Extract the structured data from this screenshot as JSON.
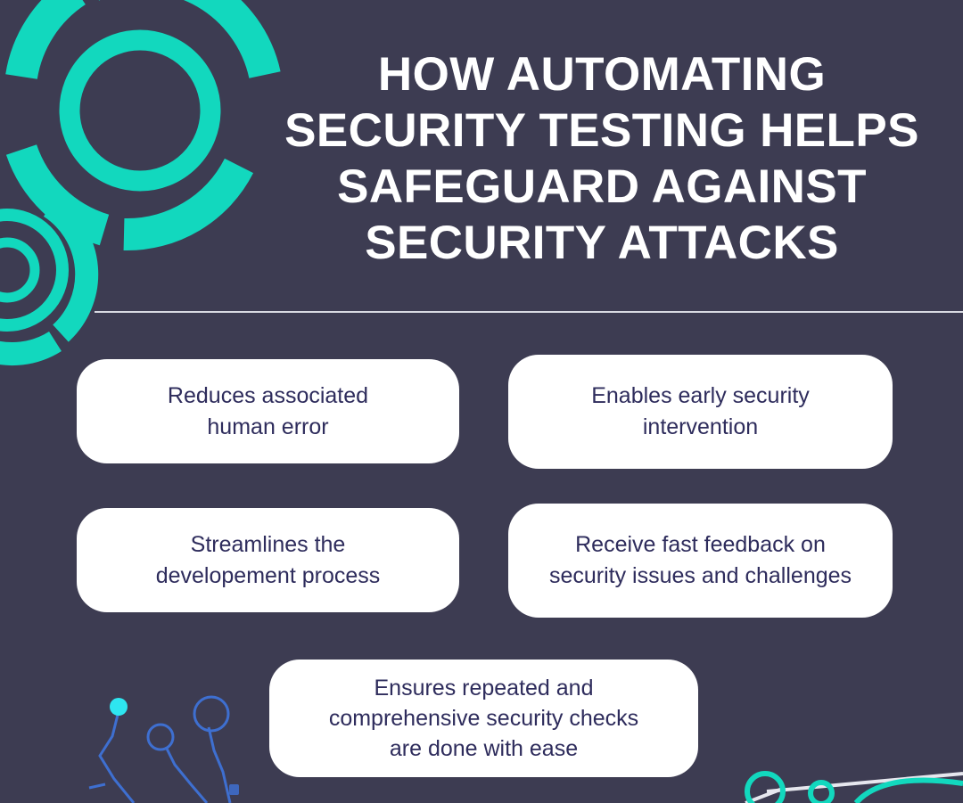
{
  "poster": {
    "title_lines": [
      "HOW AUTOMATING",
      "SECURITY TESTING HELPS",
      "SAFEGUARD AGAINST",
      "SECURITY ATTACKS"
    ],
    "title_full": "HOW AUTOMATING SECURITY TESTING HELPS SAFEGUARD AGAINST SECURITY ATTACKS",
    "colors": {
      "background": "#3d3c52",
      "accent_teal": "#12d8be",
      "card_background": "#ffffff",
      "card_text": "#2e2c5c",
      "title_text": "#ffffff",
      "divider": "#d9dae2",
      "node_blue": "#3e6fd0",
      "node_cyan": "#2ee6f0"
    },
    "cards": [
      {
        "id": "card-1",
        "text": "Reduces associated\nhuman error"
      },
      {
        "id": "card-2",
        "text": "Enables early security\nintervention"
      },
      {
        "id": "card-3",
        "text": "Streamlines the\ndevelopement process"
      },
      {
        "id": "card-4",
        "text": "Receive fast feedback on\nsecurity issues and challenges"
      },
      {
        "id": "card-5",
        "text": "Ensures repeated and\ncomprehensive security checks\nare done with ease"
      }
    ],
    "decorations": [
      {
        "name": "concentric-rings-top-left",
        "shape": "segmented-circles",
        "color": "#12d8be"
      },
      {
        "name": "concentric-rings-left",
        "shape": "nested-arcs",
        "color": "#12d8be"
      },
      {
        "name": "network-nodes-bottom-left",
        "shape": "node-graph",
        "color": "#3e6fd0"
      },
      {
        "name": "network-nodes-bottom-right",
        "shape": "node-graph",
        "color": "#12d8be"
      },
      {
        "name": "horizontal-divider",
        "shape": "line",
        "color": "#d9dae2"
      }
    ]
  }
}
